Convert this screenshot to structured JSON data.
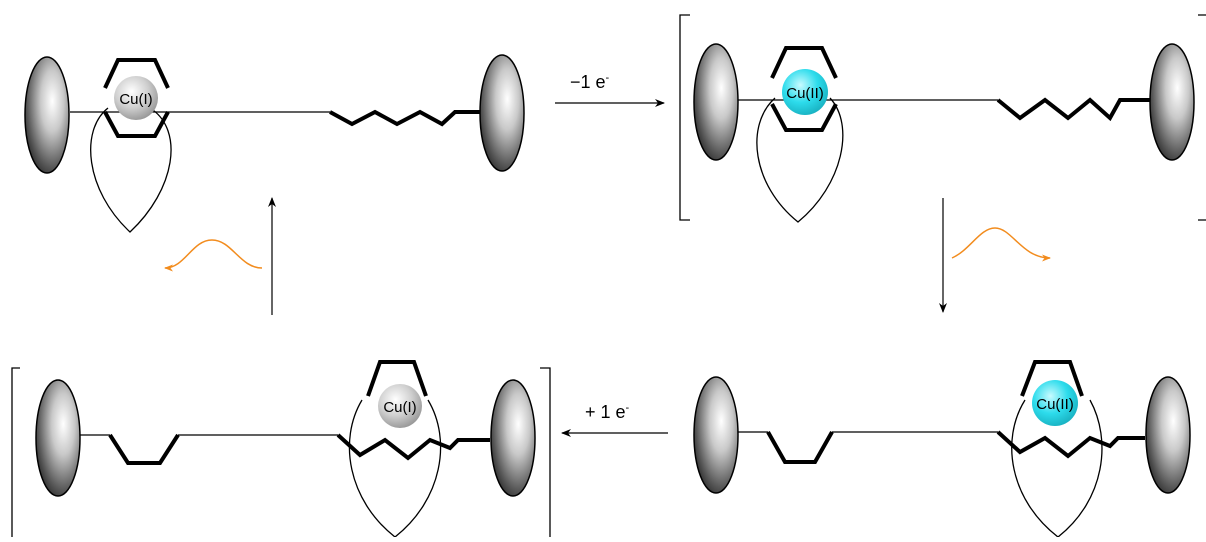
{
  "panels": {
    "top_left": {
      "metal_label": "Cu(I)"
    },
    "top_right": {
      "metal_label": "Cu(II)"
    },
    "bottom_right": {
      "metal_label": "Cu(II)"
    },
    "bottom_left": {
      "metal_label": "Cu(I)"
    }
  },
  "arrows": {
    "oxidation_label": "−1 e",
    "oxidation_superscript": "-",
    "reduction_label": "+ 1 e",
    "reduction_superscript": "-"
  },
  "colors": {
    "cu1_fill": "#c8c8c8",
    "cu2_fill": "#29d8e6",
    "wavy_arrow": "#f28c1e",
    "line": "#000000"
  }
}
